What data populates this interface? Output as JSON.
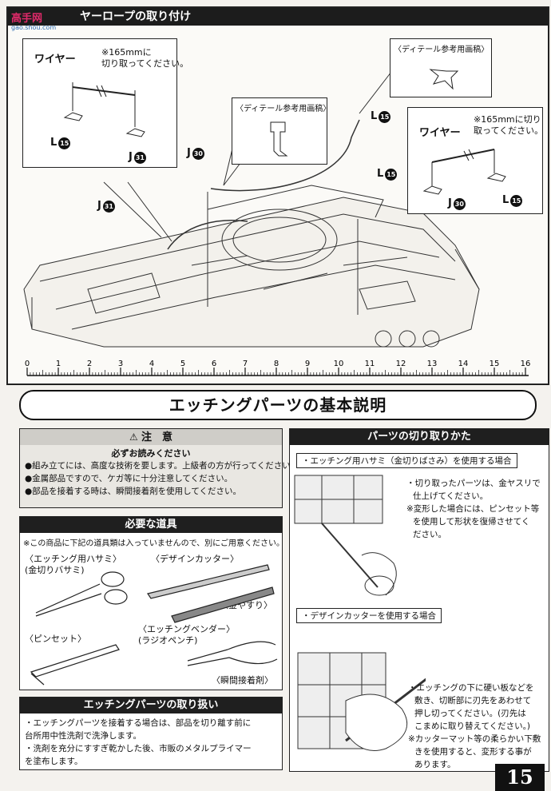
{
  "header": {
    "logo_text": "高手网",
    "logo_url": "gao.shou.com",
    "section_title": "ヤーロープの取り付け"
  },
  "top_section": {
    "left_callout": {
      "wire_label": "ワイヤー",
      "note": [
        "※165mmに",
        "切り取ってください。"
      ],
      "part_l": "L",
      "part_l_num": "15",
      "part_j": "J",
      "part_j_num": "31"
    },
    "detail_ref_1": "〈ディテール参考用画稿〉",
    "detail_ref_2": "〈ディテール参考用画稿〉",
    "right_callout": {
      "wire_label": "ワイヤー",
      "note": [
        "※165mmに切り",
        "取ってください。"
      ],
      "part_j": "J",
      "part_j_num": "30",
      "part_l": "L",
      "part_l_num": "15"
    },
    "labels": {
      "j30": "J",
      "j30_num": "30",
      "j31": "J",
      "j31_num": "31",
      "l15_a": "L",
      "l15_a_num": "15",
      "l15_b": "L",
      "l15_b_num": "15"
    },
    "ruler": [
      "0",
      "1",
      "2",
      "3",
      "4",
      "5",
      "6",
      "7",
      "8",
      "9",
      "10",
      "11",
      "12",
      "13",
      "14",
      "15",
      "16"
    ]
  },
  "main_title": "エッチングパーツの基本説明",
  "caution": {
    "title": "注　意",
    "subtitle": "必ずお読みください",
    "items": [
      "●組み立てには、高度な技術を要します。上級者の方が行ってください。",
      "●金属部品ですので、ケガ等に十分注意してください。",
      "●部品を接着する時は、瞬間接着剤を使用してください。"
    ]
  },
  "tools": {
    "title": "必要な道具",
    "note": "※この商品に下記の道具類は入っていませんので、別にご用意ください。",
    "scissors": [
      "〈エッチング用ハサミ〉",
      "(金切りバサミ)"
    ],
    "cutter": "〈デザインカッター〉",
    "file": "〈金やすり〉",
    "tweezers": "〈ピンセット〉",
    "bender": [
      "〈エッチングベンダー〉",
      "(ラジオペンチ)"
    ],
    "glue": "〈瞬間接着剤〉"
  },
  "handling": {
    "title": "エッチングパーツの取り扱い",
    "items": [
      "・エッチングパーツを接着する場合は、部品を切り離す前に",
      "台所用中性洗剤で洗浄します。",
      "・洗剤を充分にすすぎ乾かした後、市販のメタルプライマー",
      "を塗布します。"
    ]
  },
  "cutting": {
    "title": "パーツの切り取りかた",
    "case1": "・エッチング用ハサミ（金切りばさみ）を使用する場合",
    "case1_notes": [
      "・切り取ったパーツは、金ヤスリで",
      "仕上げてください。",
      "※変形した場合には、ピンセット等",
      "を使用して形状を復帰させてく",
      "ださい。"
    ],
    "case2": "・デザインカッターを使用する場合",
    "case2_notes": [
      "・エッチングの下に硬い板などを",
      "敷き、切断部に刃先をあわせて",
      "押し切ってください。(刃先は",
      "こまめに取り替えてください。)",
      "※カッターマット等の柔らかい下敷",
      "きを使用すると、変形する事が",
      "あります。"
    ]
  },
  "page_number": "15"
}
